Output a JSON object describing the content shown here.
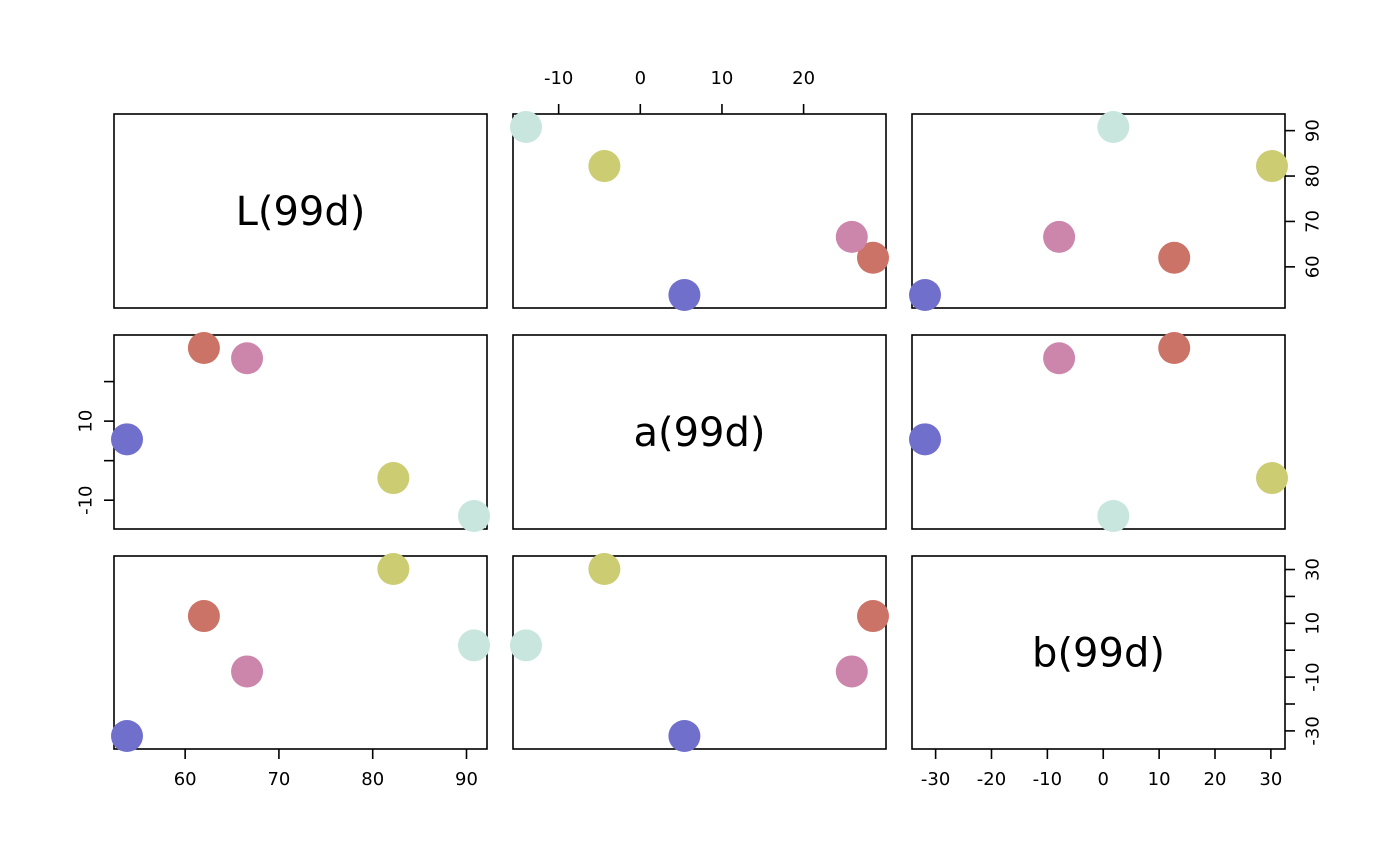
{
  "chart_data": {
    "type": "scatter",
    "variables": [
      "L(99d)",
      "a(99d)",
      "b(99d)"
    ],
    "points": [
      {
        "L": 53.8,
        "a": 5.4,
        "b": -31.9,
        "color": "#7070CC"
      },
      {
        "L": 62.0,
        "a": 28.5,
        "b": 12.7,
        "color": "#CC7368"
      },
      {
        "L": 66.6,
        "a": 25.9,
        "b": -7.9,
        "color": "#CC86AC"
      },
      {
        "L": 82.2,
        "a": -4.4,
        "b": 30.2,
        "color": "#CCCC72"
      },
      {
        "L": 90.8,
        "a": -14.0,
        "b": 1.8,
        "color": "#C8E6DE"
      }
    ],
    "axis_ranges": {
      "L": [
        53.8,
        90.8
      ],
      "a": [
        -14.0,
        28.5
      ],
      "b": [
        -31.9,
        30.2
      ]
    },
    "ticks": {
      "L": [
        60,
        70,
        80,
        90
      ],
      "a": [
        -10,
        0,
        10,
        20
      ],
      "b": [
        -30,
        -20,
        -10,
        0,
        10,
        20,
        30
      ]
    },
    "tick_labels": {
      "L": [
        "60",
        "70",
        "80",
        "90"
      ],
      "a": [
        "-10",
        "0",
        "10",
        "20"
      ],
      "a_left": [
        "-10",
        "10"
      ],
      "b_bottom": [
        "-30",
        "-20",
        "-10",
        "0",
        "10",
        "20",
        "30"
      ],
      "b_right": [
        "-30",
        "-10",
        "10",
        "30"
      ]
    },
    "grid": false,
    "legend": "none"
  }
}
